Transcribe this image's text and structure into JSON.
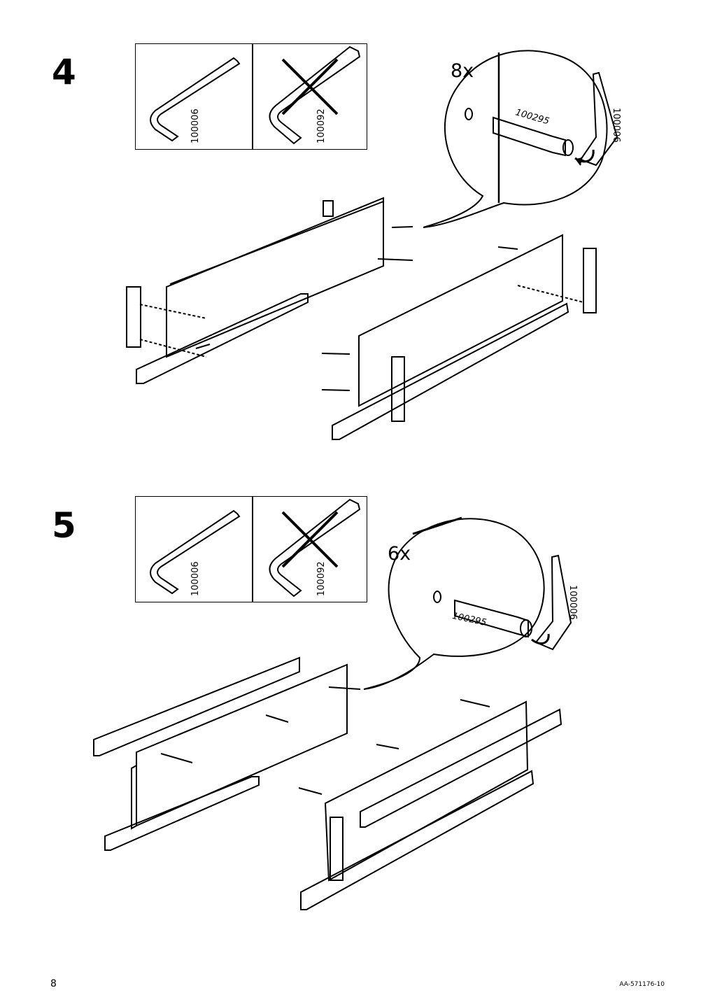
{
  "steps": [
    {
      "number": "4",
      "tools": {
        "correct_code": "100006",
        "wrong_code": "100092"
      },
      "detail": {
        "quantity": "8x",
        "part_code": "100295",
        "tool_code": "100006"
      }
    },
    {
      "number": "5",
      "tools": {
        "correct_code": "100006",
        "wrong_code": "100092"
      },
      "detail": {
        "quantity": "6x",
        "part_code": "100295",
        "tool_code": "100006"
      }
    }
  ],
  "footer": {
    "page_number": "8",
    "document_ref": "AA-571176-10"
  },
  "icons": [
    "allen-key-icon",
    "forbidden-x-icon",
    "dowel-screw-icon",
    "rotate-arrow-icon"
  ]
}
